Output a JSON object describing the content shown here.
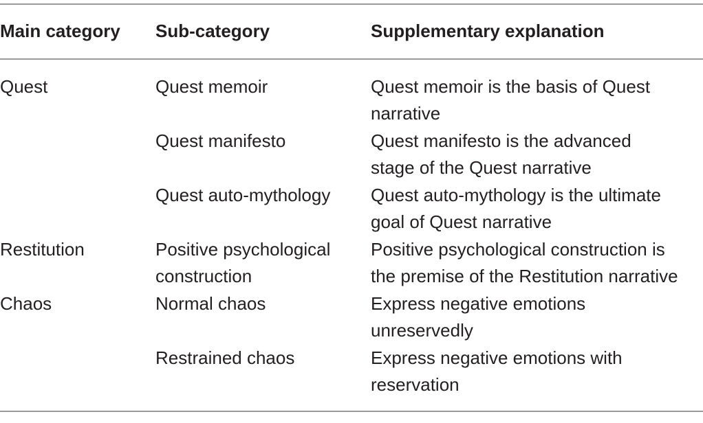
{
  "header": {
    "main_category": "Main category",
    "sub_category": "Sub-category",
    "supplementary_explanation": "Supplementary explanation"
  },
  "rows": [
    {
      "main": "Quest",
      "sub": [
        "Quest memoir"
      ],
      "explanation": [
        "Quest memoir is the basis of Quest",
        "narrative"
      ]
    },
    {
      "main": "",
      "sub": [
        "Quest manifesto"
      ],
      "explanation": [
        "Quest manifesto is the advanced",
        "stage of the Quest narrative"
      ]
    },
    {
      "main": "",
      "sub": [
        "Quest auto-mythology"
      ],
      "explanation": [
        "Quest auto-mythology is the ultimate",
        "goal of Quest narrative"
      ]
    },
    {
      "main": "Restitution",
      "sub": [
        "Positive psychological",
        "construction"
      ],
      "explanation": [
        "Positive psychological construction is",
        "the premise of the Restitution narrative"
      ]
    },
    {
      "main": "Chaos",
      "sub": [
        "Normal chaos"
      ],
      "explanation": [
        "Express negative emotions",
        "unreservedly"
      ]
    },
    {
      "main": "",
      "sub": [
        "Restrained chaos"
      ],
      "explanation": [
        "Express negative emotions with",
        "reservation"
      ]
    }
  ]
}
